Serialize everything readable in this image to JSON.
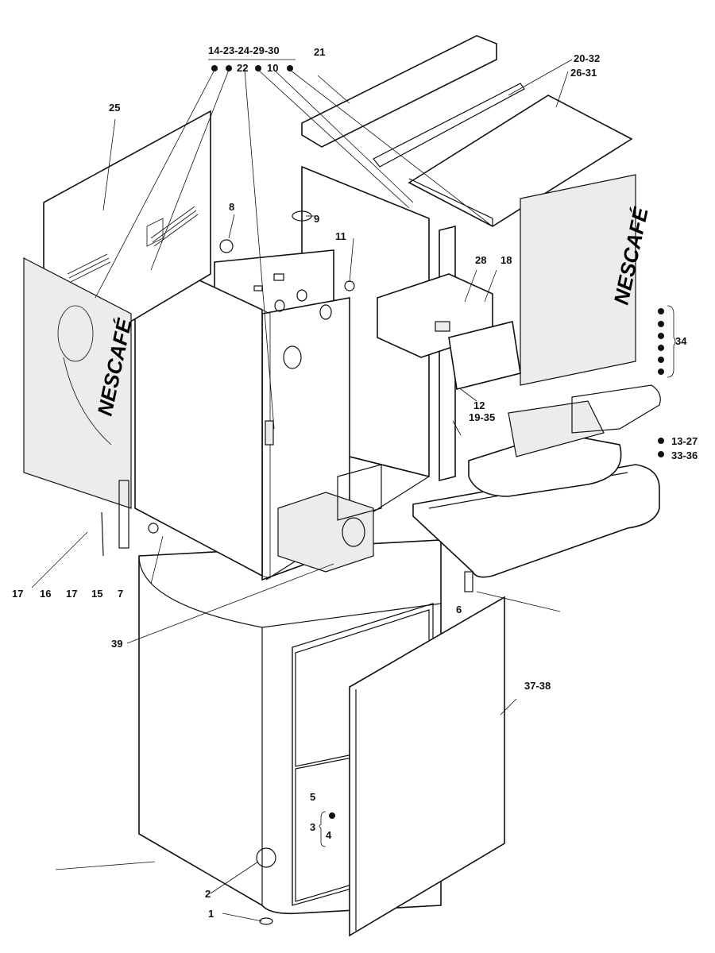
{
  "labels": {
    "l1": "1",
    "l2": "2",
    "l3": "3",
    "l4": "4",
    "l5": "5",
    "l6": "6",
    "l7": "7",
    "l8": "8",
    "l9": "9",
    "l10": "10",
    "l11": "11",
    "l12": "12",
    "l15": "15",
    "l16": "16",
    "l17a": "17",
    "l17b": "17",
    "l18": "18",
    "l19_35": "19-35",
    "l20_32": "20-32",
    "l21": "21",
    "l22": "22",
    "l25": "25",
    "l26_31": "26-31",
    "l28": "28",
    "l34": "34",
    "l13_27": "13-27",
    "l33_36": "33-36",
    "l37_38": "37-38",
    "l39": "39",
    "l14_group": "14-23-24-29-30"
  },
  "brand": {
    "left_panel": "NESCAFÉ",
    "right_panel": "NESCAFÉ"
  }
}
